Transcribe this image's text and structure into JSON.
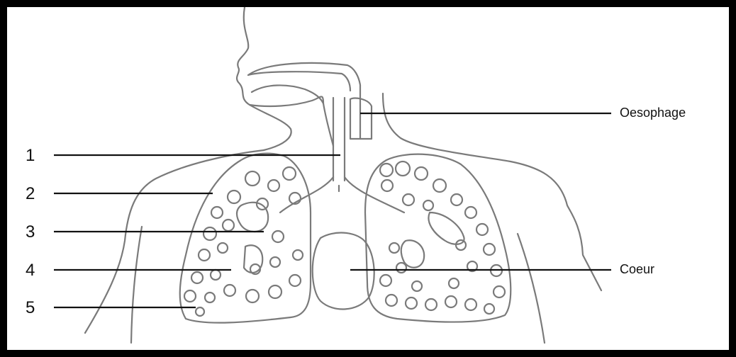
{
  "diagram": {
    "numbered_labels": [
      "1",
      "2",
      "3",
      "4",
      "5"
    ],
    "named_labels": {
      "oesophagus": "Oesophage",
      "heart": "Coeur"
    }
  },
  "colors": {
    "frame": "#000000",
    "background": "#ffffff",
    "outline": "#7a7a7a",
    "leader_line": "#111111"
  }
}
